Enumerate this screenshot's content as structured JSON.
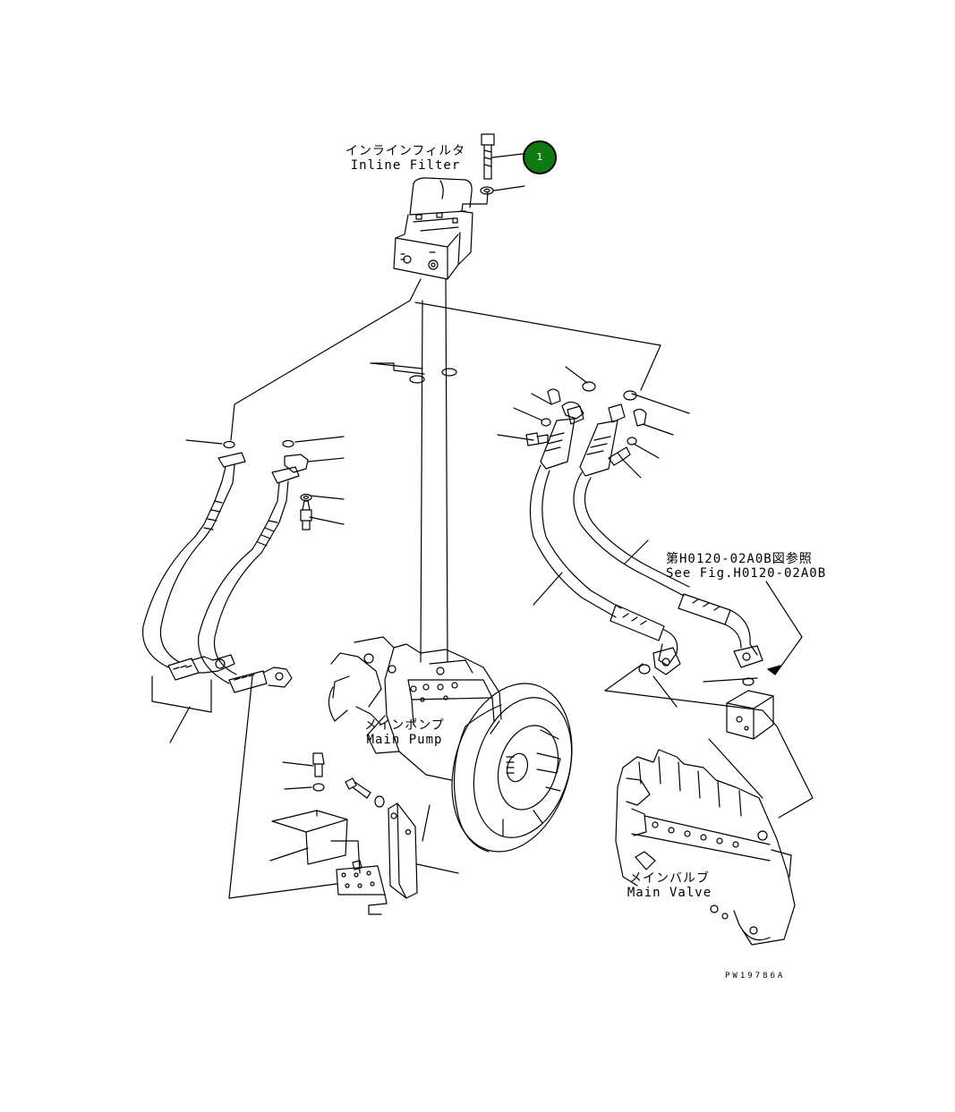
{
  "labels": {
    "inline_filter_jp": "インラインフィルタ",
    "inline_filter_en": "Inline Filter",
    "main_pump_jp": "メインポンプ",
    "main_pump_en": "Main Pump",
    "main_valve_jp": "メインバルブ",
    "main_valve_en": "Main Valve",
    "see_fig_jp": "第H0120-02A0B図参照",
    "see_fig_en": "See Fig.H0120-02A0B",
    "drawing_code": "PW19786A"
  },
  "callouts": [
    {
      "number": "1",
      "color": "#0f7a12"
    }
  ],
  "colors": {
    "line": "#000000",
    "background": "#ffffff",
    "callout_fill": "#0f7a12"
  }
}
